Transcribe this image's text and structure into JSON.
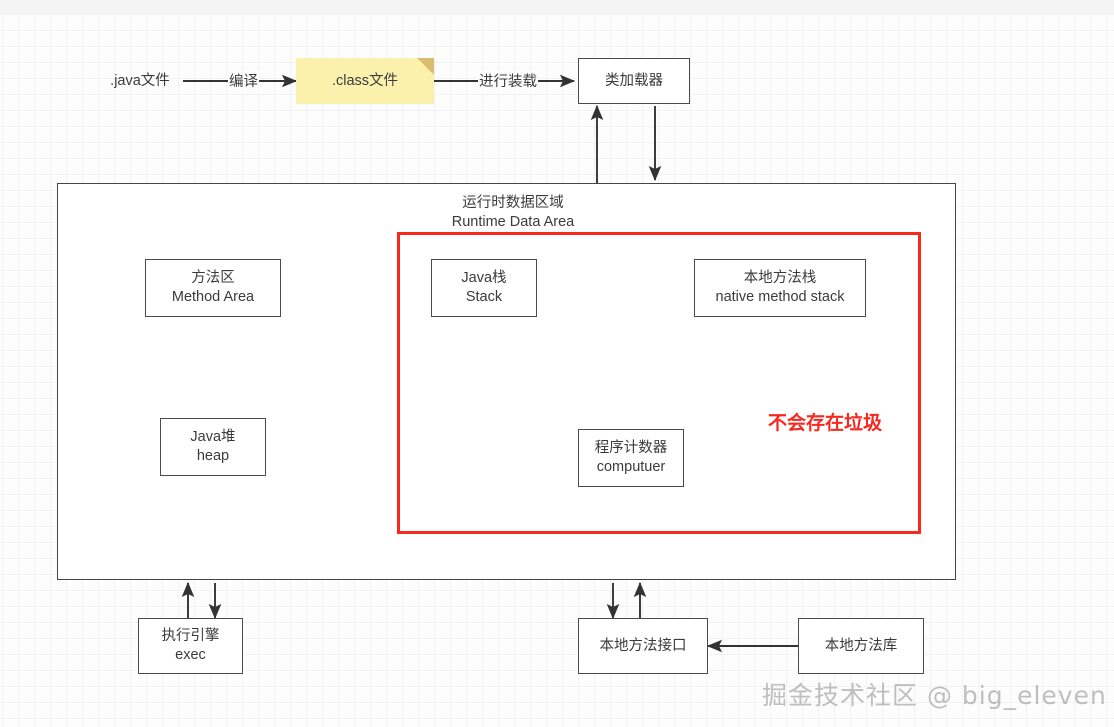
{
  "diagram": {
    "title_cn": "运行时数据区域",
    "title_en": "Runtime Data Area",
    "highlight_note": "不会存在垃圾",
    "watermark": "掘金技术社区 @ big_eleven",
    "colors": {
      "note_fill": "#fcf0ad",
      "note_fold": "#d9bd70",
      "highlight_red": "#f5291f",
      "box_border": "#4b4b4b",
      "text": "#3b3b3b",
      "grid": "#ededed"
    }
  },
  "nodes": {
    "java_file": {
      "label": ".java文件"
    },
    "class_file": {
      "label": ".class文件"
    },
    "class_loader": {
      "label": "类加载器"
    },
    "method_area": {
      "line1": "方法区",
      "line2": "Method Area"
    },
    "java_heap": {
      "line1": "Java堆",
      "line2": "heap"
    },
    "java_stack": {
      "line1": "Java栈",
      "line2": "Stack"
    },
    "native_method_stack": {
      "line1": "本地方法栈",
      "line2": "native method  stack"
    },
    "program_counter": {
      "line1": "程序计数器",
      "line2": "computuer"
    },
    "exec_engine": {
      "line1": "执行引擎",
      "line2": "exec"
    },
    "native_interface": {
      "label": "本地方法接口"
    },
    "native_library": {
      "label": "本地方法库"
    }
  },
  "edges": {
    "compile": {
      "label": "编译"
    },
    "load": {
      "label": "进行装载"
    }
  }
}
